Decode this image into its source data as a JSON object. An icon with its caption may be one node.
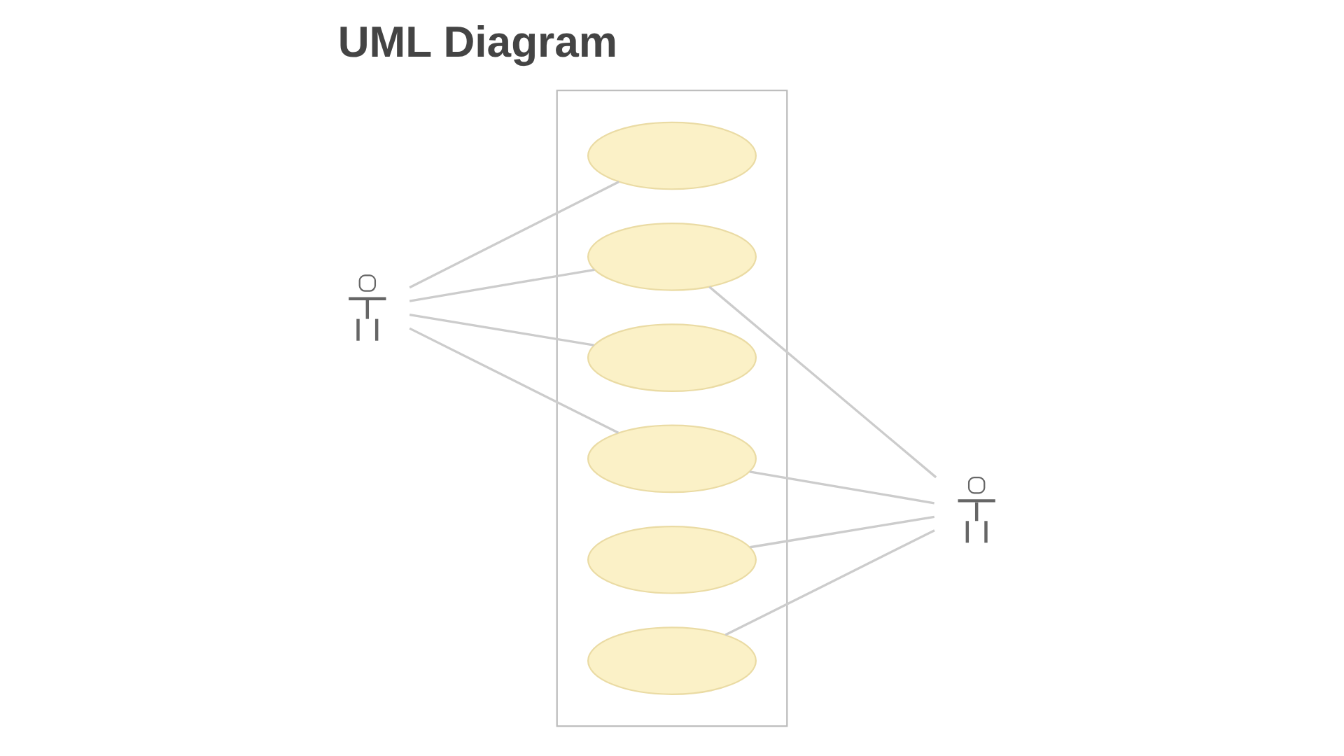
{
  "diagram": {
    "title": "UML Diagram",
    "nodes": [
      {
        "text": [],
        "shape": "person"
      },
      {
        "text": [],
        "shape": "box"
      },
      {
        "text": [],
        "shape": "ellipse",
        "in": 1
      },
      {
        "text": [],
        "shape": "ellipse",
        "in": 1
      },
      {
        "text": [],
        "shape": "ellipse",
        "in": 1
      },
      {
        "text": [],
        "shape": "ellipse",
        "in": 1
      },
      {
        "text": [],
        "shape": "ellipse",
        "in": 1
      },
      {
        "text": [],
        "shape": "ellipse",
        "in": 1
      },
      {
        "text": [],
        "shape": "person"
      }
    ],
    "edges": [
      {
        "from": 0,
        "to": 2,
        "arrow": "none"
      },
      {
        "from": 0,
        "to": 3,
        "arrow": "none"
      },
      {
        "from": 0,
        "to": 4,
        "arrow": "none"
      },
      {
        "from": 0,
        "to": 5,
        "arrow": "none"
      },
      {
        "from": 3,
        "to": 8,
        "arrow": "none"
      },
      {
        "from": 5,
        "to": 8,
        "arrow": "none"
      },
      {
        "from": 6,
        "to": 8,
        "arrow": "none"
      },
      {
        "from": 7,
        "to": 8,
        "arrow": "none"
      }
    ]
  }
}
